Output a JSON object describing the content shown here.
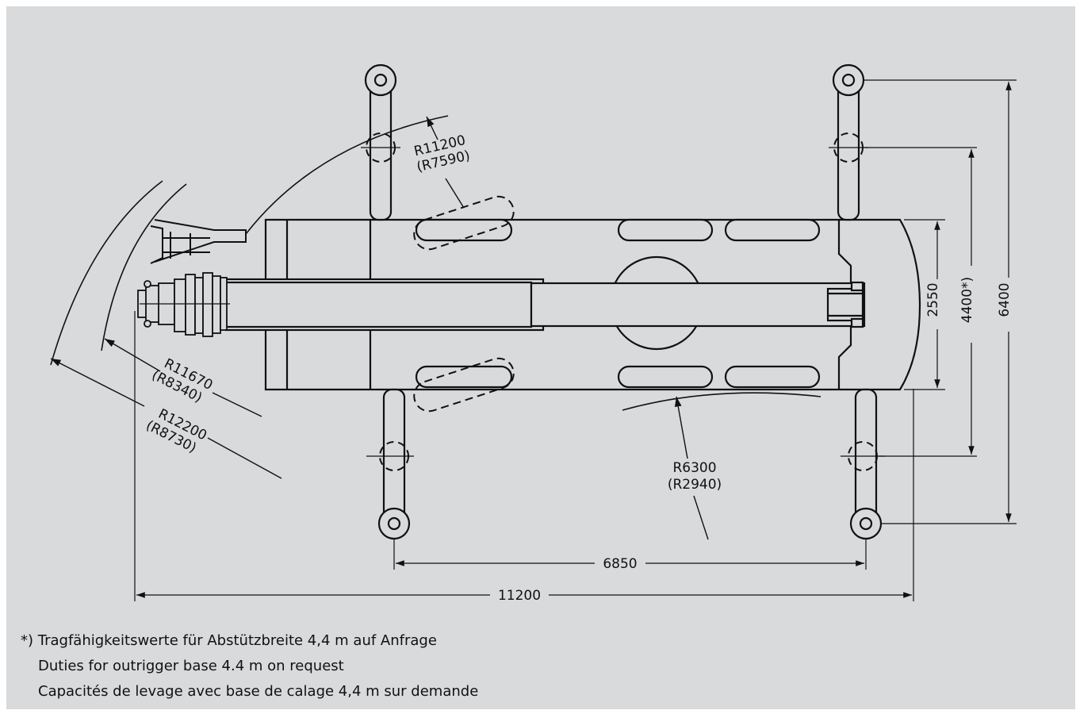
{
  "dimensions": {
    "overall_length": "11200",
    "outrigger_span_length": "6850",
    "carrier_width": "2550",
    "outrigger_base_partial": "4400*)",
    "outrigger_base_full": "6400"
  },
  "radii": {
    "upper_primary": "R11200",
    "upper_secondary": "(R7590)",
    "middle_primary": "R11670",
    "middle_secondary": "(R8340)",
    "outer_primary": "R12200",
    "outer_secondary": "(R8730)",
    "tail_primary": "R6300",
    "tail_secondary": "(R2940)"
  },
  "footnote": {
    "de": "*) Tragfähigkeitswerte für Abstützbreite 4,4 m auf Anfrage",
    "en": "Duties for outrigger base 4.4 m on request",
    "fr": "Capacités de levage avec base de calage 4,4 m sur demande"
  }
}
